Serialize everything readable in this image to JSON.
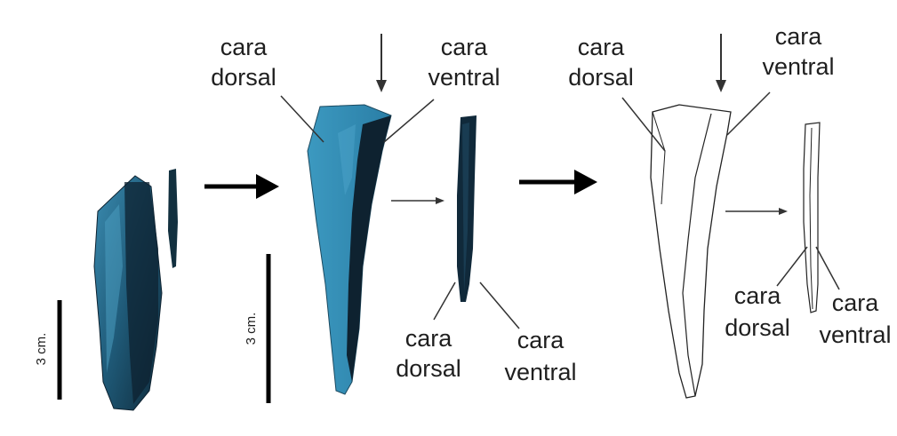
{
  "labels": {
    "cara_dorsal_1_line1": "cara",
    "cara_dorsal_1_line2": "dorsal",
    "cara_ventral_1_line1": "cara",
    "cara_ventral_1_line2": "ventral",
    "cara_dorsal_2_line1": "cara",
    "cara_dorsal_2_line2": "dorsal",
    "cara_ventral_2_line1": "cara",
    "cara_ventral_2_line2": "ventral",
    "cara_dorsal_3_line1": "cara",
    "cara_dorsal_3_line2": "dorsal",
    "cara_ventral_3_line1": "cara",
    "cara_ventral_3_line2": "ventral",
    "cara_dorsal_4_line1": "cara",
    "cara_dorsal_4_line2": "dorsal",
    "cara_ventral_4_line1": "cara",
    "cara_ventral_4_line2": "ventral"
  },
  "scale_bars": {
    "left": "3 cm.",
    "middle": "3 cm."
  },
  "colors": {
    "stone_blue": "#2a6f8f",
    "stone_light": "#3f95b8",
    "stone_dark": "#0e2230",
    "ink": "#1f1f1f"
  }
}
